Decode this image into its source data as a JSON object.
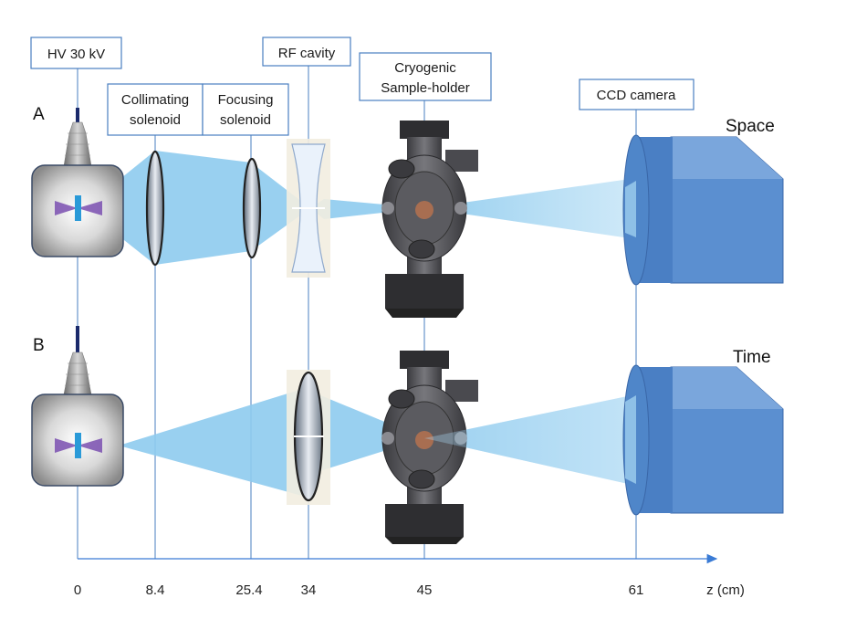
{
  "labels": {
    "hv": "HV 30 kV",
    "collimating_line1": "Collimating",
    "collimating_line2": "solenoid",
    "focusing_line1": "Focusing",
    "focusing_line2": "solenoid",
    "rf": "RF cavity",
    "cryo_line1": "Cryogenic",
    "cryo_line2": "Sample-holder",
    "ccd": "CCD camera"
  },
  "panels": {
    "a": {
      "letter": "A",
      "mode": "Space"
    },
    "b": {
      "letter": "B",
      "mode": "Time"
    }
  },
  "axis": {
    "ticks": [
      "0",
      "8.4",
      "25.4",
      "34",
      "45",
      "61"
    ],
    "label": "z (cm)"
  },
  "colors": {
    "beam": "#8ecbee",
    "ccd": "#4f82c4",
    "label_border": "#4a7fc0",
    "axis": "#3a7bd5",
    "rf_cavity": "#f2ede0"
  }
}
